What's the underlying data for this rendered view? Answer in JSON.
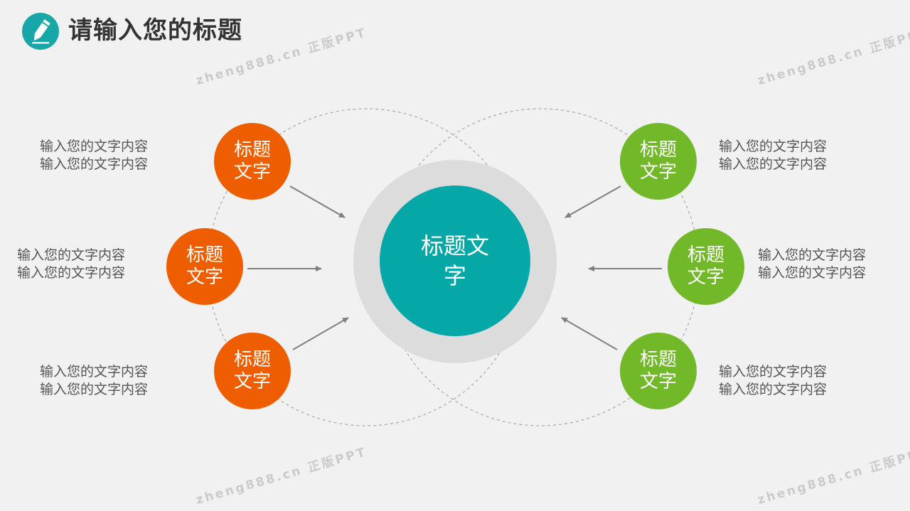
{
  "header": {
    "title": "请输入您的标题",
    "icon": "pencil-icon",
    "icon_color": "#17a7a8"
  },
  "watermark": "zheng888.cn 正版PPT",
  "center": {
    "label": "标题文字",
    "color": "#06a8a7",
    "ring_color": "#dcdcdd"
  },
  "left_nodes": [
    {
      "label": "标题文字",
      "desc": [
        "输入您的文字内容",
        "输入您的文字内容"
      ]
    },
    {
      "label": "标题文字",
      "desc": [
        "输入您的文字内容",
        "输入您的文字内容"
      ]
    },
    {
      "label": "标题文字",
      "desc": [
        "输入您的文字内容",
        "输入您的文字内容"
      ]
    }
  ],
  "right_nodes": [
    {
      "label": "标题文字",
      "desc": [
        "输入您的文字内容",
        "输入您的文字内容"
      ]
    },
    {
      "label": "标题文字",
      "desc": [
        "输入您的文字内容",
        "输入您的文字内容"
      ]
    },
    {
      "label": "标题文字",
      "desc": [
        "输入您的文字内容",
        "输入您的文字内容"
      ]
    }
  ],
  "colors": {
    "left": "#ee5d00",
    "right": "#72b92a",
    "arrow": "#7f7f7f",
    "dashed": "#a8a8a8"
  }
}
